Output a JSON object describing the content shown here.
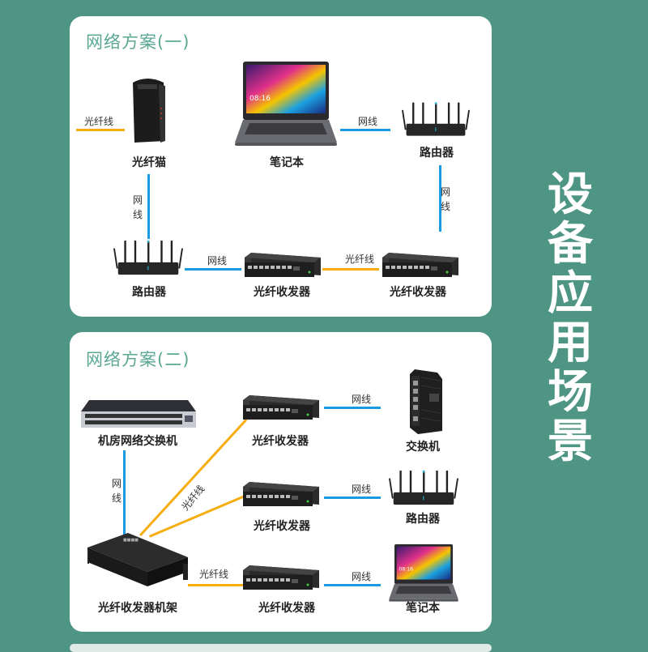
{
  "side_title": "设备应用场景",
  "scheme1": {
    "title": "网络方案(一)",
    "devices": {
      "modem": "光纤猫",
      "laptop": "笔记本",
      "router_right": "路由器",
      "router_left": "路由器",
      "transceiver_1": "光纤收发器",
      "transceiver_2": "光纤收发器"
    },
    "links": {
      "fiber_in": "光纤线",
      "laptop_router": "网线",
      "router_down": "网线",
      "modem_router": "网线",
      "router_transceiver": "网线",
      "transceiver_transceiver": "光纤线"
    }
  },
  "scheme2": {
    "title": "网络方案(二)",
    "devices": {
      "core_switch": "机房网络交换机",
      "chassis": "光纤收发器机架",
      "transceiver_a": "光纤收发器",
      "transceiver_b": "光纤收发器",
      "transceiver_c": "光纤收发器",
      "switch": "交换机",
      "router": "路由器",
      "laptop": "笔记本"
    },
    "links": {
      "switch_chassis": "网线",
      "chassis_fiber": "光纤线",
      "chassis_c": "光纤线",
      "a_switch": "网线",
      "b_router": "网线",
      "c_laptop": "网线"
    }
  },
  "colors": {
    "background": "#4f9584",
    "title": "#5ba793",
    "ethernet": "#1a9ae0",
    "fiber": "#f6ad10"
  }
}
